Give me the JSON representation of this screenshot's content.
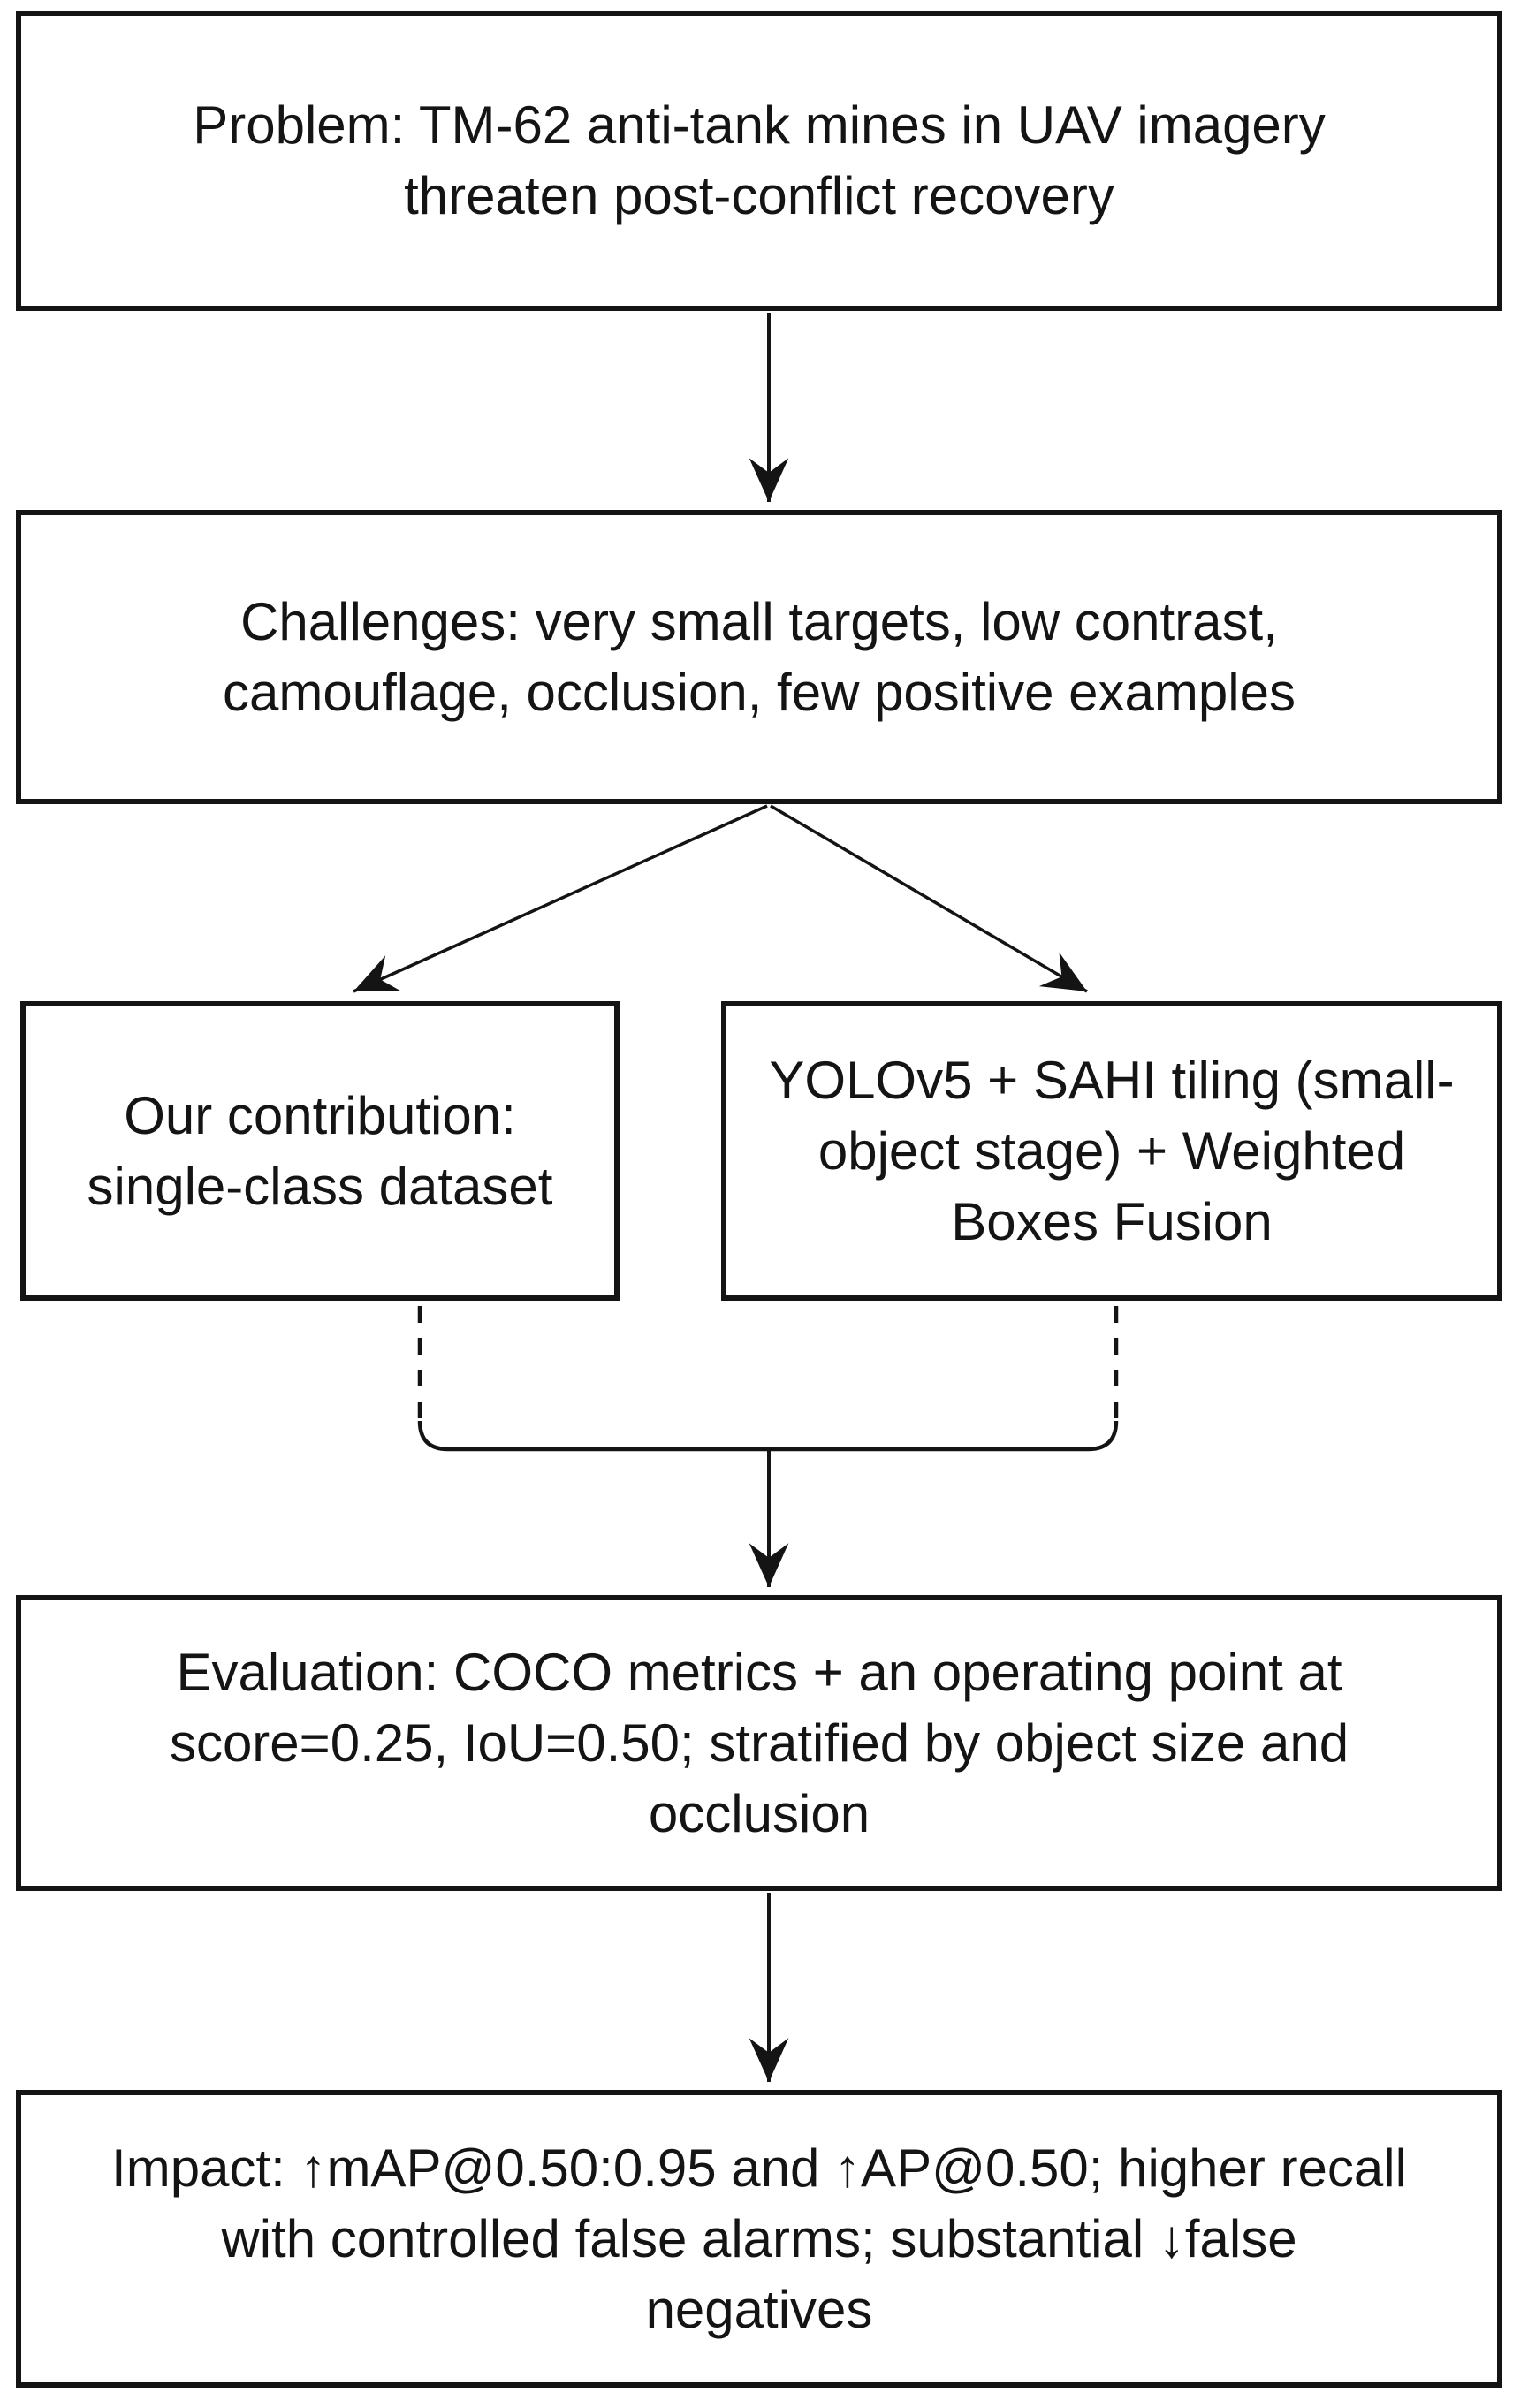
{
  "meta": {
    "background_color": "#ffffff",
    "line_color": "#141414",
    "text_color": "#141414",
    "diagram_type": "flowchart"
  },
  "nodes": {
    "problem": {
      "text": "Problem: TM-62 anti-tank mines in UAV imagery threaten post-conflict recovery",
      "lines": [
        "Problem: TM-62 anti-tank mines in UAV imagery",
        "threaten post-conflict recovery"
      ]
    },
    "challenges": {
      "text": "Challenges: very small targets, low contrast, camouflage, occlusion, few positive examples",
      "lines": [
        "Challenges: very small targets, low contrast,",
        "camouflage, occlusion, few positive examples"
      ]
    },
    "contribution": {
      "text": "Our contribution: single-class dataset",
      "lines": [
        "Our contribution:",
        "single-class dataset"
      ]
    },
    "method": {
      "text": "YOLOv5 + SAHI tiling (small-object stage) + Weighted Boxes Fusion",
      "lines": [
        "YOLOv5 + SAHI tiling (small-",
        "object stage) + Weighted",
        "Boxes Fusion"
      ]
    },
    "evaluation": {
      "text": "Evaluation: COCO metrics + an operating point at score=0.25, IoU=0.50; stratified by object size and occlusion",
      "lines": [
        "Evaluation: COCO metrics + an operating point at",
        "score=0.25, IoU=0.50; stratified by object size and",
        "occlusion"
      ]
    },
    "impact": {
      "text": "Impact: ↑mAP@0.50:0.95 and ↑AP@0.50; higher recall with controlled false alarms; substantial ↓false negatives",
      "lines": [
        "Impact: ↑mAP@0.50:0.95 and ↑AP@0.50; higher recall",
        "with controlled false alarms; substantial ↓false",
        "negatives"
      ]
    }
  },
  "edges": [
    {
      "from": "problem",
      "to": "challenges",
      "style": "solid",
      "arrowhead": true
    },
    {
      "from": "challenges",
      "to": "contribution",
      "style": "solid",
      "arrowhead": true
    },
    {
      "from": "challenges",
      "to": "method",
      "style": "solid",
      "arrowhead": true
    },
    {
      "from": "contribution",
      "to": "join-bar",
      "style": "dashed",
      "arrowhead": false
    },
    {
      "from": "method",
      "to": "join-bar",
      "style": "dashed",
      "arrowhead": false
    },
    {
      "from": "join-bar",
      "to": "evaluation",
      "style": "solid",
      "arrowhead": true
    },
    {
      "from": "evaluation",
      "to": "impact",
      "style": "solid",
      "arrowhead": true
    }
  ]
}
